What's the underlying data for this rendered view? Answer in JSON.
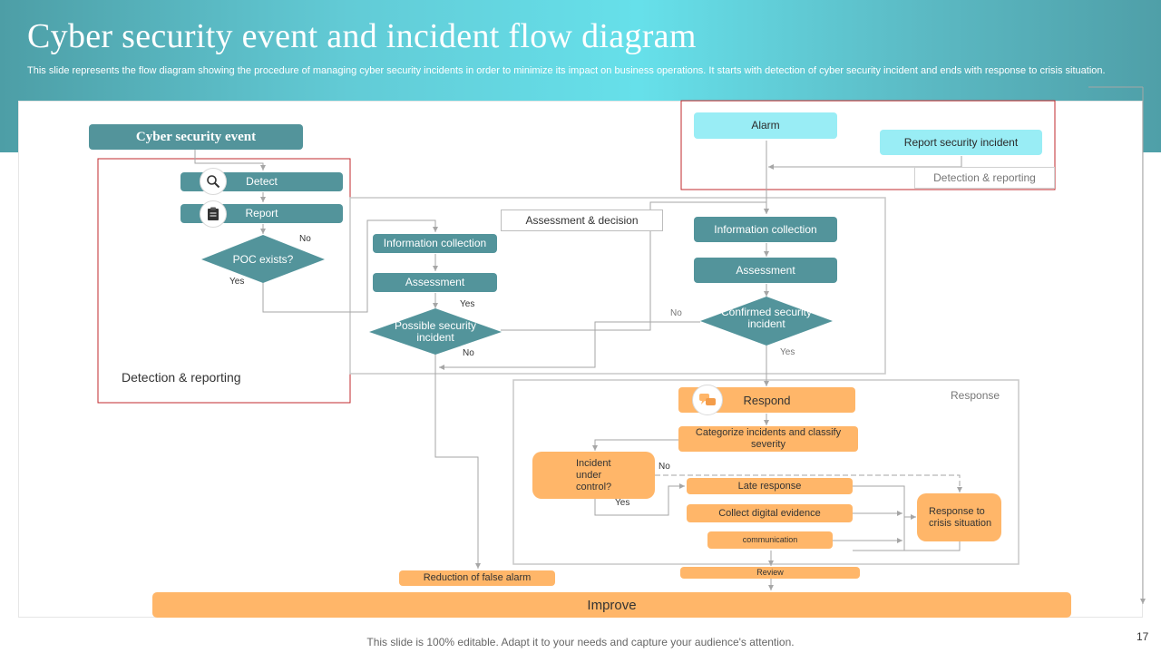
{
  "title": "Cyber security event and incident flow diagram",
  "subtitle": "This slide represents the flow diagram showing the procedure of managing cyber security incidents in order to minimize its impact on business operations. It starts with detection of cyber security incident and ends with response to crisis situation.",
  "icons": [
    "magnifier-icon",
    "clipboard-icon",
    "chat-icon"
  ],
  "colors": {
    "teal": "#53949b",
    "light_cyan": "#99edf5",
    "orange": "#ffb669",
    "red_frame": "#c0292c",
    "connector": "#a6a6a6"
  },
  "nodes": {
    "cyber_event": "Cyber security event",
    "detect": "Detect",
    "report": "Report",
    "poc": "POC exists?",
    "info_left": "Information collection",
    "assess_left": "Assessment",
    "possible": "Possible security incident",
    "alarm": "Alarm",
    "report_incident": "Report security incident",
    "info_right": "Information collection",
    "assess_right": "Assessment",
    "confirmed": "Confirmed security incident",
    "respond": "Respond",
    "categorize": "Categorize incidents and classify severity",
    "under_control": "Incident under control?",
    "late": "Late response",
    "collect": "Collect digital evidence",
    "communication": "communication",
    "crisis": "Response to crisis situation",
    "review": "Review",
    "false_alarm": "Reduction of false alarm",
    "improve": "Improve"
  },
  "labels": {
    "no": "No",
    "yes": "Yes",
    "detection_reporting_left": "Detection & reporting",
    "detection_reporting_right": "Detection & reporting",
    "assessment_decision": "Assessment & decision",
    "response": "Response"
  },
  "footer": "This slide is 100% editable. Adapt it to your needs and capture your audience's attention.",
  "page_number": "17"
}
